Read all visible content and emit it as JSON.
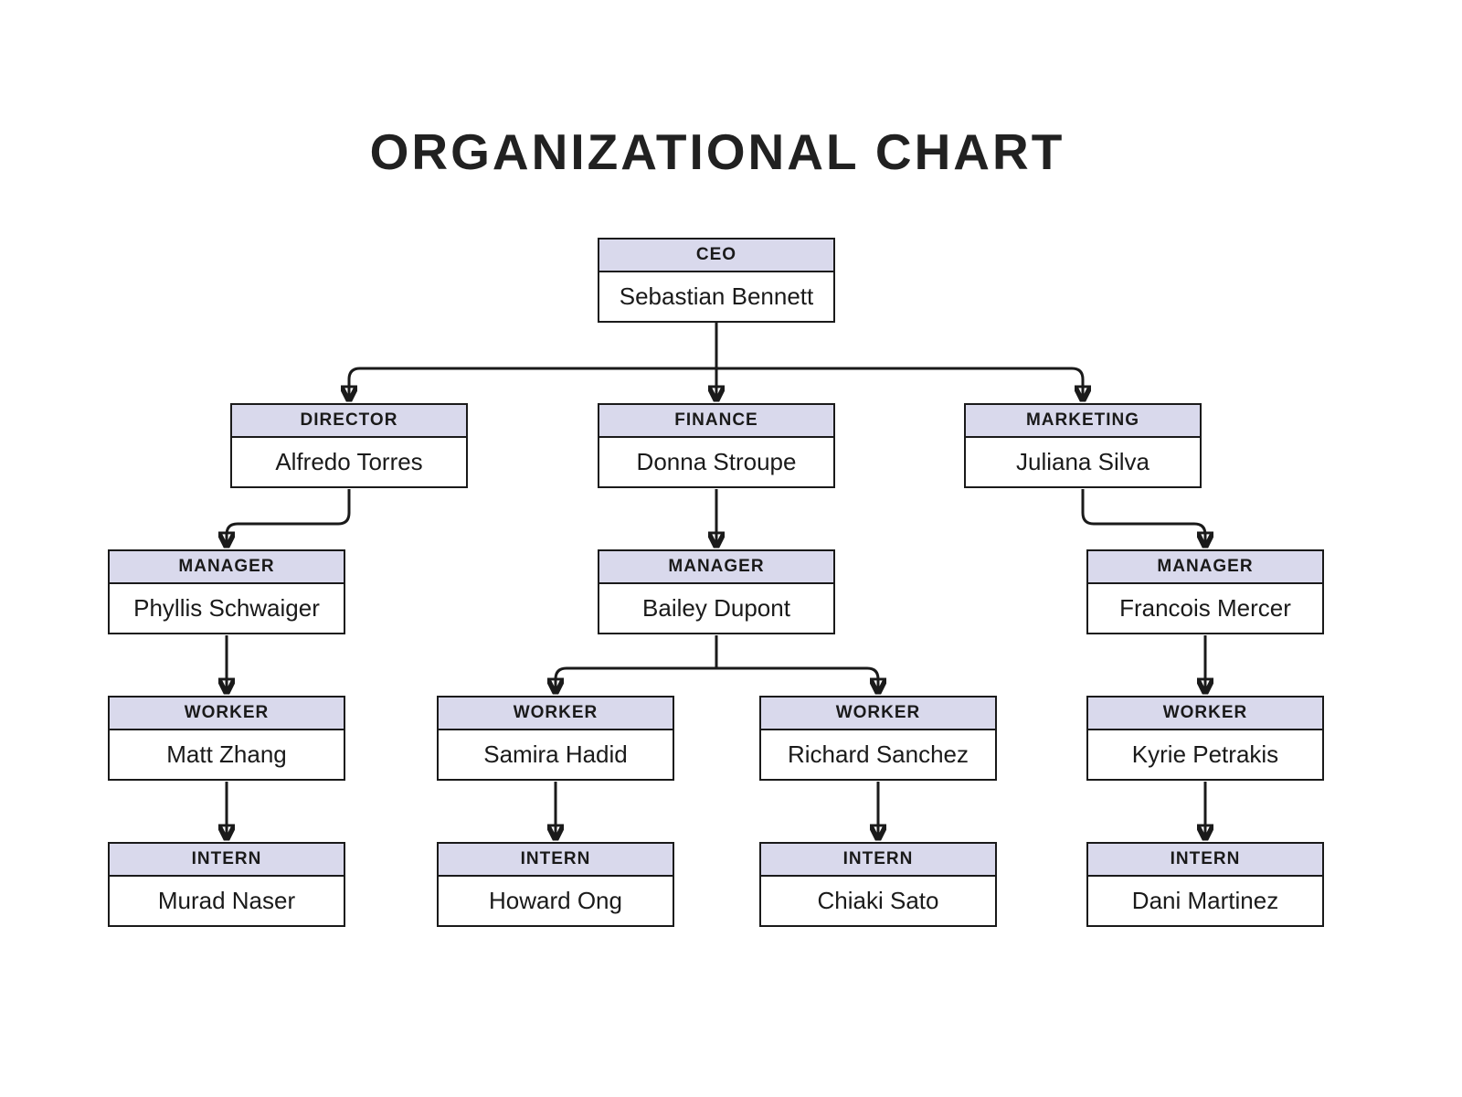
{
  "title": "ORGANIZATIONAL CHART",
  "palette": {
    "header_fill": "#d9d9ec",
    "box_border": "#1a1a1a",
    "connector_line": "#1a1a1a",
    "background": "#ffffff",
    "title_color": "#212121",
    "text_color": "#1a1a1a"
  },
  "nodes": {
    "ceo": {
      "role": "CEO",
      "name": "Sebastian Bennett"
    },
    "director": {
      "role": "DIRECTOR",
      "name": "Alfredo Torres"
    },
    "finance": {
      "role": "FINANCE",
      "name": "Donna Stroupe"
    },
    "marketing": {
      "role": "MARKETING",
      "name": "Juliana Silva"
    },
    "manager_director": {
      "role": "MANAGER",
      "name": "Phyllis Schwaiger"
    },
    "manager_finance": {
      "role": "MANAGER",
      "name": "Bailey Dupont"
    },
    "manager_marketing": {
      "role": "MANAGER",
      "name": "Francois Mercer"
    },
    "worker_director": {
      "role": "WORKER",
      "name": "Matt Zhang"
    },
    "worker_finance_1": {
      "role": "WORKER",
      "name": "Samira Hadid"
    },
    "worker_finance_2": {
      "role": "WORKER",
      "name": "Richard Sanchez"
    },
    "worker_marketing": {
      "role": "WORKER",
      "name": "Kyrie Petrakis"
    },
    "intern_director": {
      "role": "INTERN",
      "name": "Murad Naser"
    },
    "intern_finance_1": {
      "role": "INTERN",
      "name": "Howard Ong"
    },
    "intern_finance_2": {
      "role": "INTERN",
      "name": "Chiaki Sato"
    },
    "intern_marketing": {
      "role": "INTERN",
      "name": "Dani Martinez"
    }
  }
}
